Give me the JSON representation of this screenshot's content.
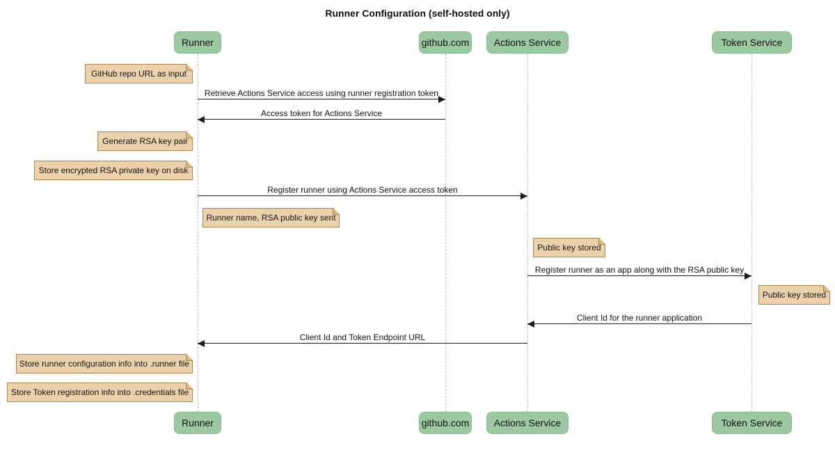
{
  "title": "Runner Configuration (self-hosted only)",
  "colors": {
    "background": "#ffffff",
    "actor_fill": "#9cc9a1",
    "actor_border": "#86bb8e",
    "note_fill": "#ecd2ac",
    "note_border": "#ab854f",
    "note_fold": "#d9b87f",
    "lifeline": "#bcbcbc",
    "message_line": "#1c1c1c",
    "text": "#111111"
  },
  "participants": [
    {
      "name": "Runner"
    },
    {
      "name": "github.com"
    },
    {
      "name": "Actions Service"
    },
    {
      "name": "Token Service"
    }
  ],
  "messages": [
    {
      "text": "Retrieve Actions Service access using runner registration token",
      "from": "Runner",
      "to": "github.com",
      "direction": "right"
    },
    {
      "text": "Access token for Actions Service",
      "from": "github.com",
      "to": "Runner",
      "direction": "left"
    },
    {
      "text": "Register runner using Actions Service access token",
      "from": "Runner",
      "to": "Actions Service",
      "direction": "right"
    },
    {
      "text": "Register runner as an app along with the RSA public key",
      "from": "Actions Service",
      "to": "Token Service",
      "direction": "right"
    },
    {
      "text": "Client Id for the runner application",
      "from": "Token Service",
      "to": "Actions Service",
      "direction": "left"
    },
    {
      "text": "Client Id and Token Endpoint URL",
      "from": "Actions Service",
      "to": "Runner",
      "direction": "left"
    }
  ],
  "notes": [
    {
      "text": "GitHub repo URL as input",
      "position": "left of Runner"
    },
    {
      "text": "Generate RSA key pair",
      "position": "left of Runner"
    },
    {
      "text": "Store encrypted RSA private key on disk",
      "position": "left of Runner"
    },
    {
      "text": "Runner name, RSA public key sent",
      "position": "right of Runner"
    },
    {
      "text": "Public key stored",
      "position": "right of Actions Service"
    },
    {
      "text": "Public key stored",
      "position": "right of Token Service"
    },
    {
      "text": "Store runner configuration info into .runner file",
      "position": "left of Runner"
    },
    {
      "text": "Store Token registration info into .credentials file",
      "position": "left of Runner"
    }
  ]
}
